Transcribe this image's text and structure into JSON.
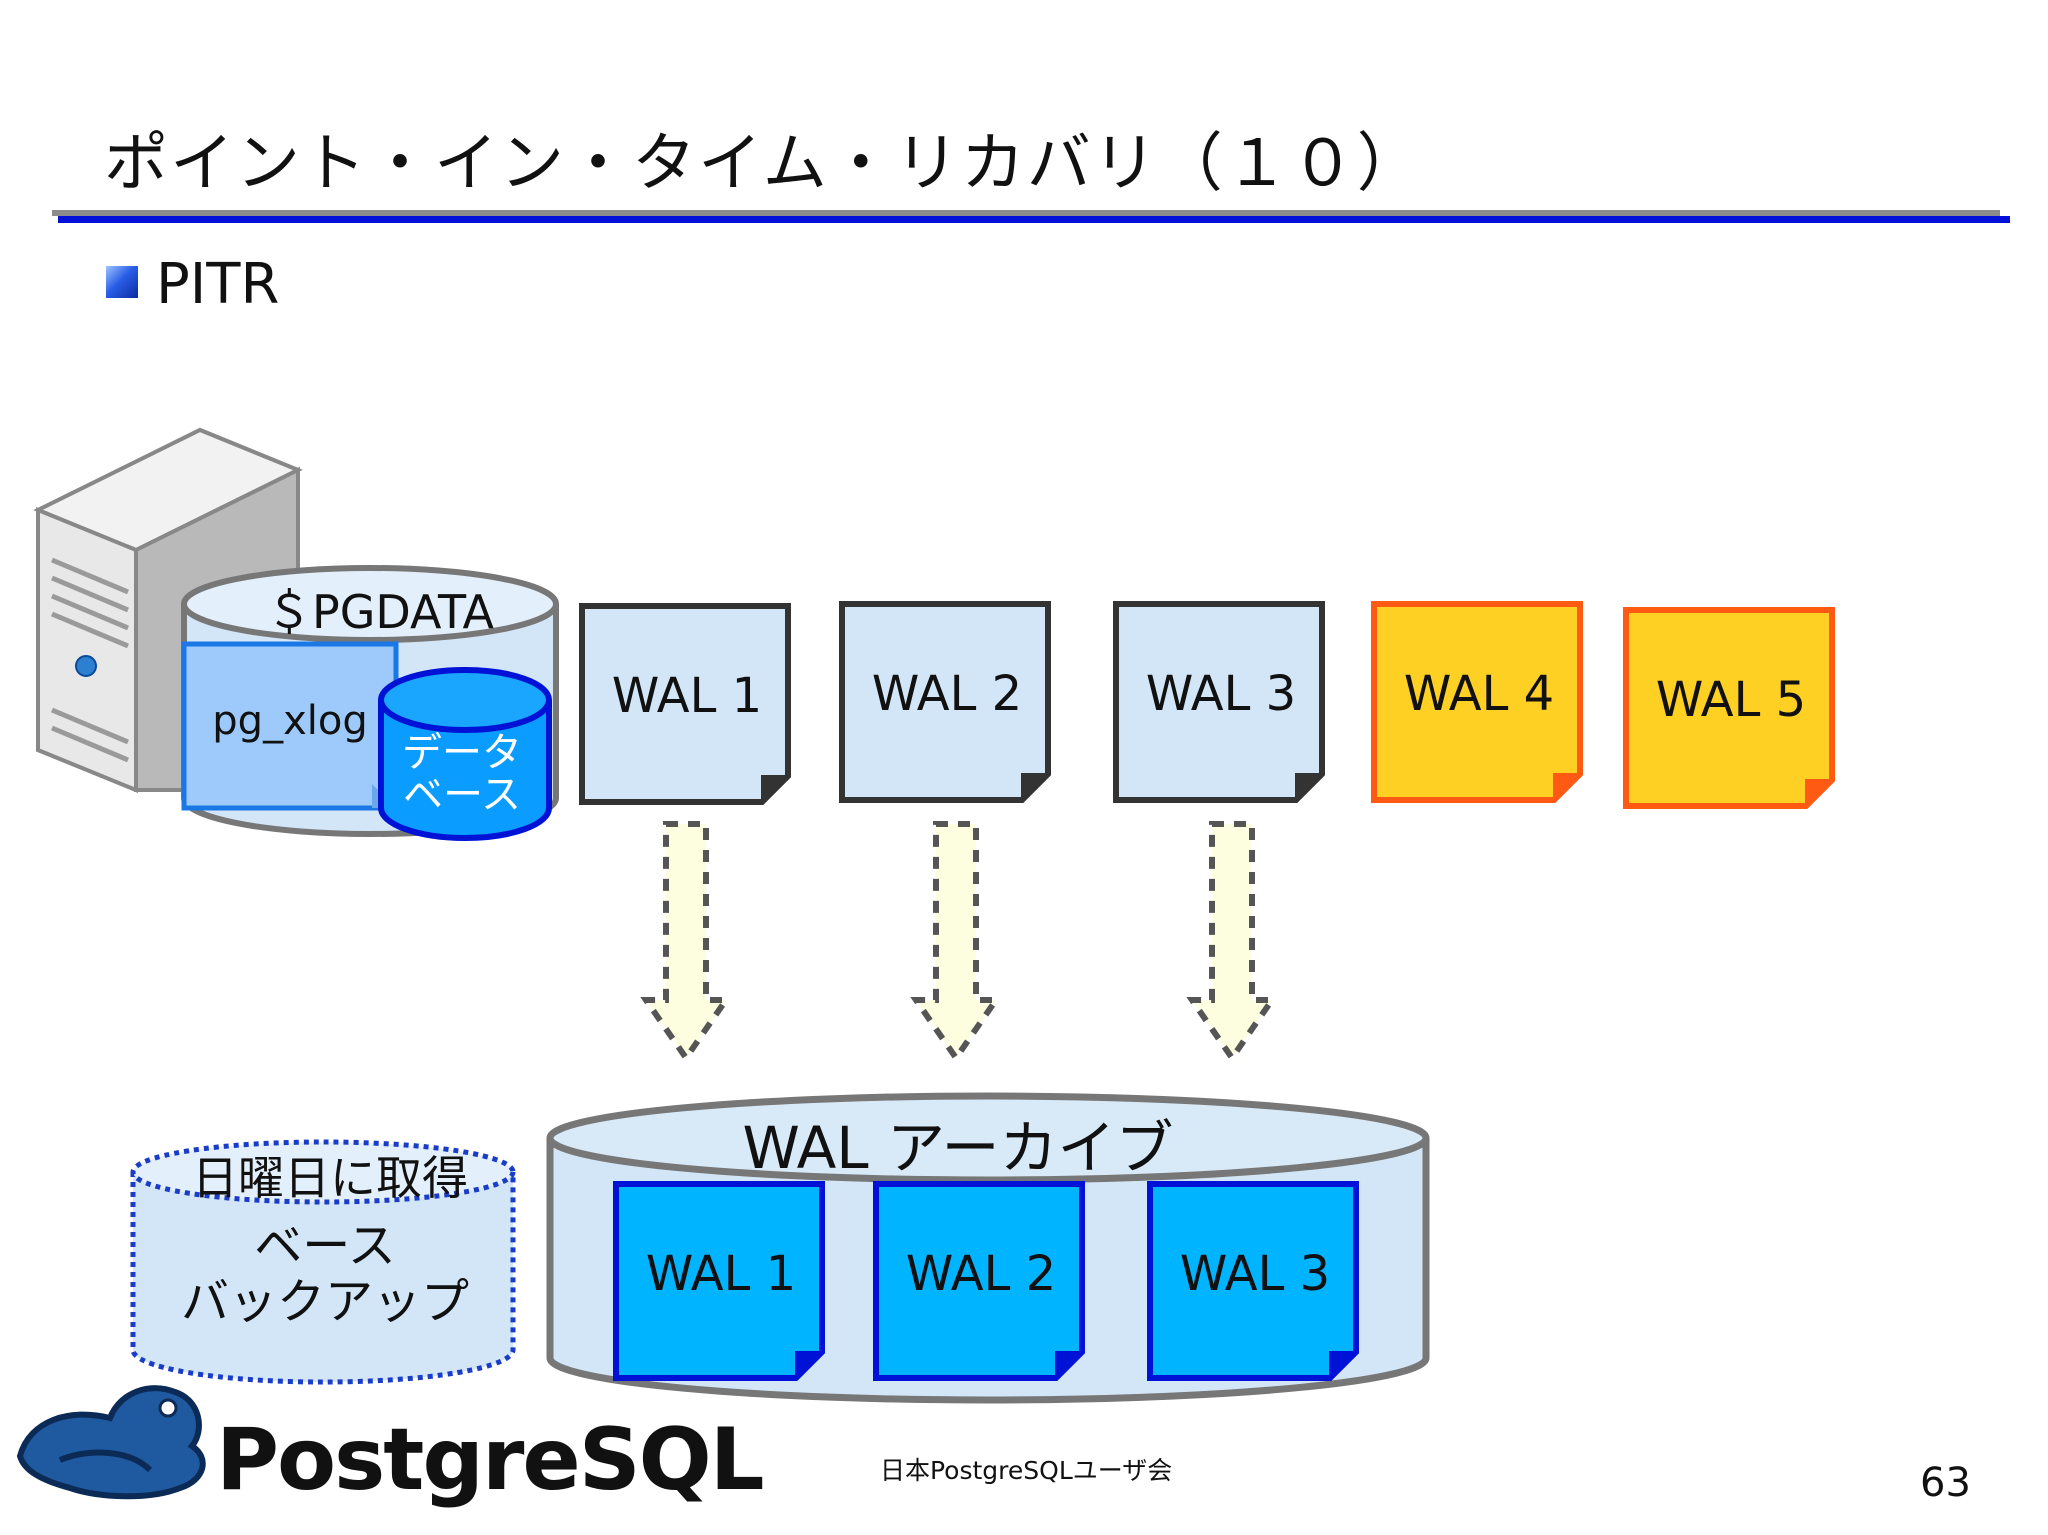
{
  "title": "ポイント・イン・タイム・リカバリ（１０）",
  "bullet": "PITR",
  "server": {
    "pgdata_label": "＄PGDATA",
    "pg_xlog_label": "pg_xlog",
    "database_label": [
      "データ",
      "ベース"
    ]
  },
  "wal_files": [
    {
      "label": "WAL 1",
      "state": "archived"
    },
    {
      "label": "WAL 2",
      "state": "archived"
    },
    {
      "label": "WAL 3",
      "state": "archived"
    },
    {
      "label": "WAL 4",
      "state": "new"
    },
    {
      "label": "WAL 5",
      "state": "new"
    }
  ],
  "base_backup": {
    "caption": "日曜日に取得",
    "label": [
      "ベース",
      "バックアップ"
    ]
  },
  "archive": {
    "label": "WAL アーカイブ",
    "files": [
      "WAL 1",
      "WAL 2",
      "WAL 3"
    ]
  },
  "footer": {
    "org": "日本PostgreSQLユーザ会",
    "page": "63",
    "logo": "PostgreSQL"
  },
  "colors": {
    "wal_light": "#d2e6f7",
    "wal_new": "#ffd024",
    "wal_new_border": "#ff5a14",
    "archive_file": "#00b4ff",
    "archive_file_border": "#0012d6",
    "arrow_fill": "#fdfde0",
    "rule_blue": "#0010d8"
  }
}
